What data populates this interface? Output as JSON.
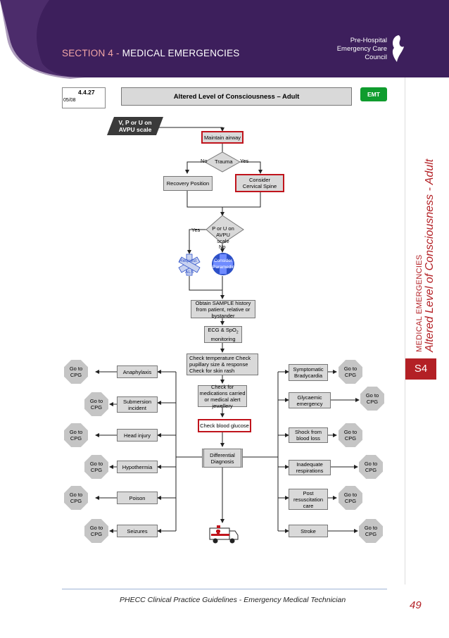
{
  "header": {
    "section_number": "SECTION 4 -",
    "section_title": "MEDICAL EMERGENCIES",
    "org_line1": "Pre-Hospital",
    "org_line2": "Emergency Care",
    "org_line3": "Council"
  },
  "side": {
    "category": "MEDICAL EMERGENCIES",
    "title": "Altered Level of Consciousness - Adult",
    "tab": "S4"
  },
  "cpg": {
    "number": "4.4.27",
    "date": "05/08",
    "title": "Altered Level of Consciousness – Adult",
    "level": "EMT"
  },
  "flow": {
    "start": "V, P or U on AVPU scale",
    "maintain_airway": "Maintain airway",
    "trauma": "Trauma",
    "no": "No",
    "yes": "Yes",
    "recovery_position": "Recovery Position",
    "consider_cervical": "Consider Cervical Spine",
    "avpu_check": "P or U on AVPU scale",
    "request_als_1": "Request",
    "request_als_2": "ALS",
    "consider_paramedic_1": "Consider",
    "consider_paramedic_2": "Paramedic",
    "sample_history": "Obtain SAMPLE history from patient, relative or bystander",
    "ecg_1": "ECG & SpO",
    "ecg_sub": "2",
    "ecg_2": "monitoring",
    "check_temp": "Check temperature Check pupillary size & response Check for skin rash",
    "check_meds": "Check for medications carried or medical alert jewellery",
    "check_glucose": "Check blood glucose",
    "differential": "Differential Diagnosis",
    "go_to_cpg": "Go to CPG"
  },
  "left_conditions": [
    "Anaphylaxis",
    "Submersion incident",
    "Head injury",
    "Hypothermia",
    "Poison",
    "Seizures"
  ],
  "right_conditions": [
    "Symptomatic Bradycardia",
    "Glycaemic emergency",
    "Shock from blood loss",
    "Inadequate respirations",
    "Post resuscitation care",
    "Stroke"
  ],
  "footer": {
    "text": "PHECC Clinical Practice Guidelines - Emergency Medical Technician",
    "page": "49"
  },
  "colors": {
    "brand_dark": "#3d1f5c",
    "brand_red": "#b32025",
    "box_fill": "#d9d9d9",
    "stop_fill": "#c5c5c5",
    "blue": "#2d50c8"
  }
}
